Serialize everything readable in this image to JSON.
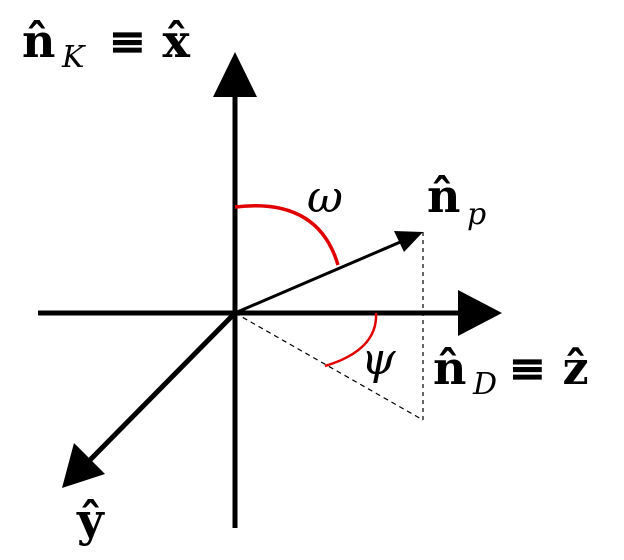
{
  "diagram": {
    "labels": {
      "n_k": {
        "main": "n̂",
        "sub": "K",
        "rest": "≡ x̂"
      },
      "n_p": {
        "main": "n̂",
        "sub": "p"
      },
      "n_d": {
        "main": "n̂",
        "sub": "D",
        "rest": "≡ ẑ"
      },
      "y": {
        "main": "ŷ"
      },
      "omega": "ω",
      "psi": "ψ"
    },
    "colors": {
      "axis": "#000000",
      "angle_arc": "#e00000",
      "projection_line": "#000000"
    }
  }
}
